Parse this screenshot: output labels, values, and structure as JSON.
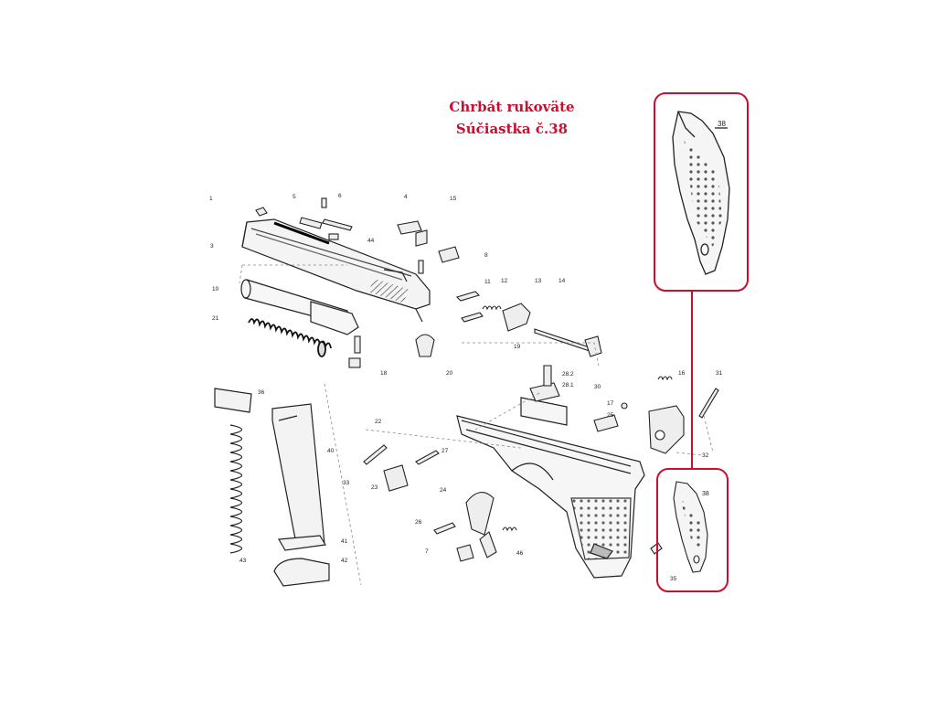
{
  "title": {
    "line1": "Chrbát rukoväte",
    "line2": "Súčiastka č.38"
  },
  "highlight_color": "#c8102e",
  "part_labels": {
    "p1": "1",
    "p3": "3",
    "p5": "5",
    "p6": "6",
    "p4": "4",
    "p15": "15",
    "p44": "44",
    "p8": "8",
    "p10": "10",
    "p11": "11",
    "p12": "12",
    "p13": "13",
    "p14": "14",
    "p21": "21",
    "p19": "19",
    "p18": "18",
    "p20": "20",
    "p282": "28.2",
    "p281": "28.1",
    "p16": "16",
    "p31": "31",
    "p30": "30",
    "p17": "17",
    "p25": "25",
    "p32": "32",
    "p36": "36",
    "p22": "22",
    "p40": "40",
    "p33": "33",
    "p27": "27",
    "p23": "23",
    "p24": "24",
    "p26": "26",
    "p7": "7",
    "p46": "46",
    "p35": "35",
    "p41": "41",
    "p42": "42",
    "p43": "43",
    "p38a": "38",
    "p38b": "38"
  }
}
